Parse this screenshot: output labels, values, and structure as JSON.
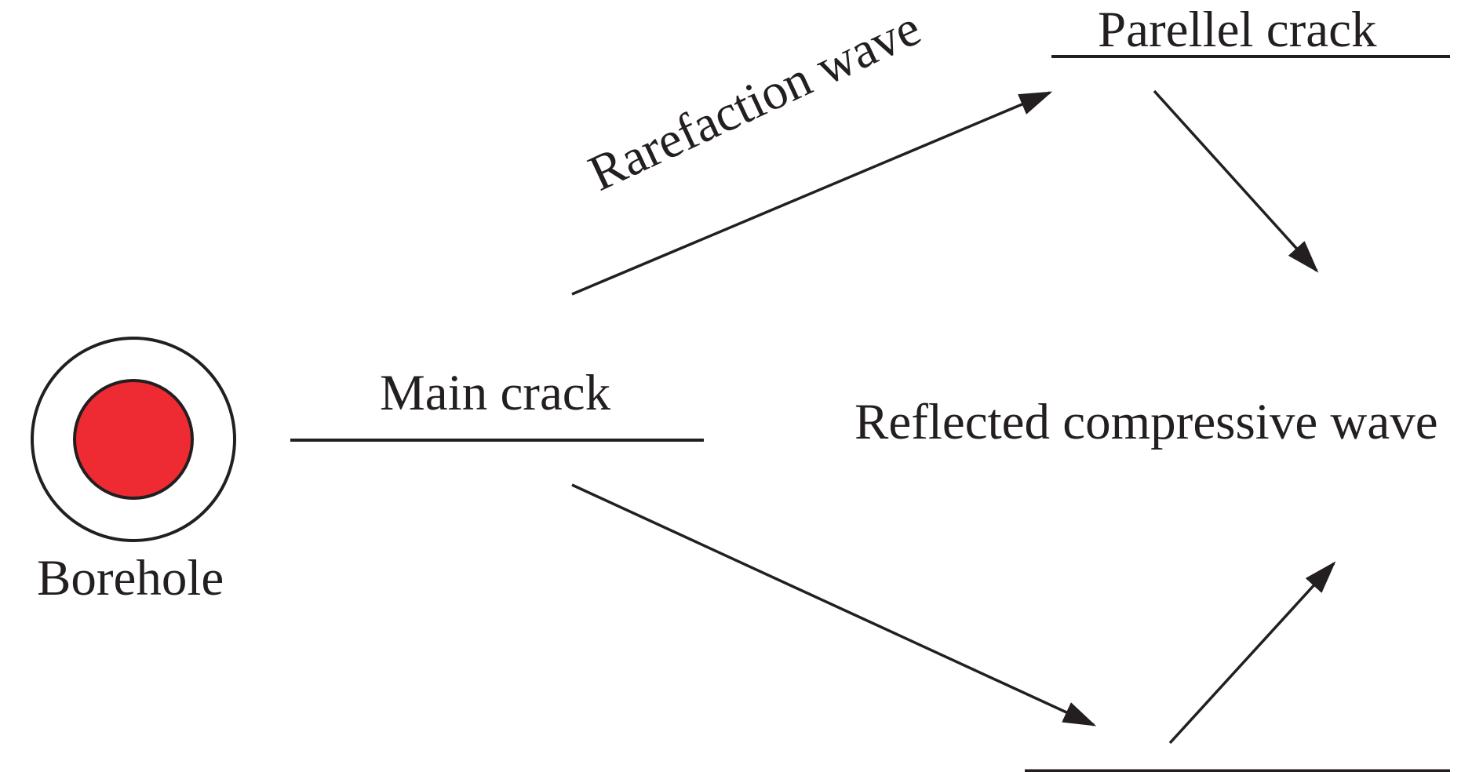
{
  "labels": {
    "parallel_crack": "Parellel crack",
    "main_crack": "Main crack",
    "rarefaction_wave": "Rarefaction wave",
    "reflected_compressive_wave": "Reflected compressive wave",
    "borehole": "Borehole"
  },
  "colors": {
    "line": "#231f20",
    "borehole_fill": "#ee2a33",
    "background": "#ffffff"
  }
}
